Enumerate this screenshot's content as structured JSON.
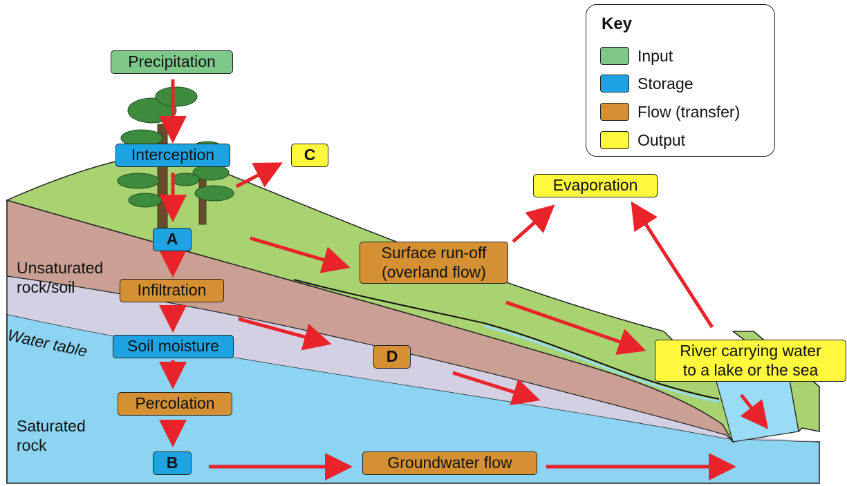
{
  "key": {
    "title": "Key",
    "items": [
      {
        "label": "Input",
        "color": "#7ec88a"
      },
      {
        "label": "Storage",
        "color": "#1ea3e2"
      },
      {
        "label": "Flow (transfer)",
        "color": "#d49032"
      },
      {
        "label": "Output",
        "color": "#fff83c"
      }
    ]
  },
  "labels": {
    "precipitation": "Precipitation",
    "interception": "Interception",
    "c": "C",
    "a": "A",
    "infiltration": "Infiltration",
    "soil_moisture": "Soil moisture",
    "percolation": "Percolation",
    "b": "B",
    "groundwater_flow": "Groundwater flow",
    "surface_runoff_1": "Surface run-off",
    "surface_runoff_2": "(overland flow)",
    "d": "D",
    "evaporation": "Evaporation",
    "river_1": "River carrying water",
    "river_2": "to a lake or the sea"
  },
  "side_text": {
    "unsaturated_1": "Unsaturated",
    "unsaturated_2": "rock/soil",
    "water_table": "Water table",
    "saturated_1": "Saturated",
    "saturated_2": "rock"
  },
  "colors": {
    "grass": "#a9d271",
    "soil": "#c9a093",
    "unsaturated": "#d4d0e4",
    "saturated": "#8cd4f2",
    "arrow": "#e8232a",
    "river": "#9adcf6"
  }
}
